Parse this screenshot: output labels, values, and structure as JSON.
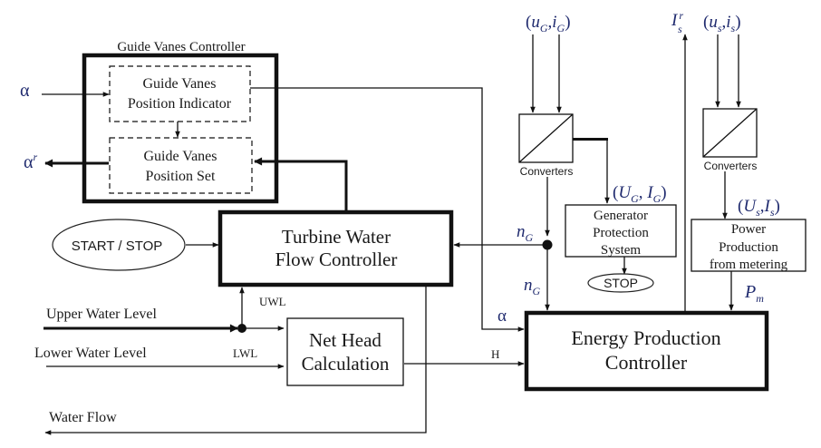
{
  "diagram": {
    "type": "block-diagram",
    "title": "Hydro turbine control system block diagram",
    "blocks": {
      "guide_vanes_controller": {
        "title": "Guide Vanes Controller"
      },
      "gv_position_indicator": {
        "line1": "Guide Vanes",
        "line2": "Position Indicator"
      },
      "gv_position_set": {
        "line1": "Guide Vanes",
        "line2": "Position Set"
      },
      "turbine_water_flow_controller": {
        "line1": "Turbine Water",
        "line2": "Flow Controller"
      },
      "net_head_calculation": {
        "line1": "Net Head",
        "line2": "Calculation"
      },
      "energy_production_controller": {
        "line1": "Energy Production",
        "line2": "Controller"
      },
      "generator_protection_system": {
        "line1": "Generator",
        "line2": "Protection",
        "line3": "System"
      },
      "power_production": {
        "line1": "Power",
        "line2": "Production",
        "line3": "from metering"
      },
      "converters_generator": {
        "label": "Converters"
      },
      "converters_stator": {
        "label": "Converters"
      }
    },
    "terminals": {
      "start_stop": "START / STOP",
      "stop": "STOP"
    },
    "signals": {
      "alpha": "α",
      "alpha_ref_base": "α",
      "alpha_ref_sup": "r",
      "alpha_epc": "α",
      "upper_water_level": "Upper Water Level",
      "lower_water_level": "Lower Water Level",
      "water_flow": "Water Flow",
      "uwl": "UWL",
      "lwl": "LWL",
      "h": "H",
      "n_g_1_base": "n",
      "n_g_1_sub": "G",
      "n_g_2_base": "n",
      "n_g_2_sub": "G",
      "ug_ig": {
        "open": "(",
        "u": "u",
        "u_sub": "G",
        "sep": ",",
        "i": "i",
        "i_sub": "G",
        "close": ")"
      },
      "UG_IG": {
        "open": "(",
        "u": "U",
        "u_sub": "G",
        "sep": ", ",
        "i": "I",
        "i_sub": "G",
        "close": ")"
      },
      "us_is": {
        "open": "(",
        "u": "u",
        "u_sub": "s",
        "sep": ",",
        "i": "i",
        "i_sub": "s",
        "close": ")"
      },
      "Us_Is": {
        "open": "(",
        "u": "U",
        "u_sub": "s",
        "sep": ",",
        "i": "I",
        "i_sub": "s",
        "close": ")"
      },
      "is_ref": {
        "base": "I",
        "sub": "s",
        "sup": "r"
      },
      "pm": {
        "base": "P",
        "sub": "m"
      }
    }
  }
}
